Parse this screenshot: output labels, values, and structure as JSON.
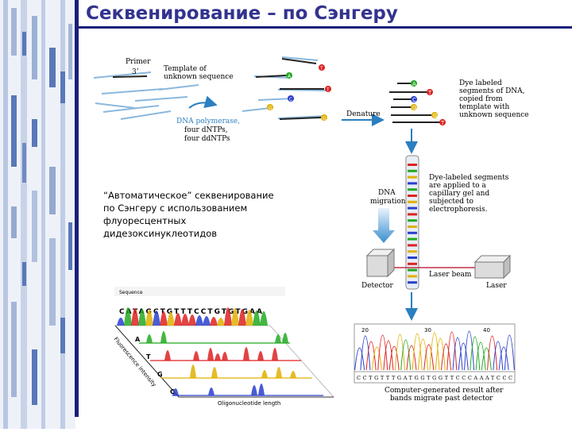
{
  "slide": {
    "title": "Секвенирование – по Сэнгеру",
    "caption_lines": [
      "“Автоматическое” секвенирование",
      "по Сэнгеру с использованием",
      "флуоресцентных",
      "дидезоксинуклеотидов"
    ]
  },
  "figure": {
    "primer_label": "Primer",
    "primer_end": "3’",
    "template_label_lines": [
      "Template of",
      "unknown sequence"
    ],
    "enzyme_lines": [
      "DNA polymerase,",
      "four dNTPs,",
      "four ddNTPs"
    ],
    "denature_label": "Denature",
    "dye_fragments_lines": [
      "Dye labeled",
      "segments of DNA,",
      "copied from",
      "template with",
      "unknown sequence"
    ],
    "gel_lines": [
      "Dye-labeled segments",
      "are applied to a",
      "capillary gel and",
      "subjected to",
      "electrophoresis."
    ],
    "migration_lines": [
      "DNA",
      "migration"
    ],
    "detector_label": "Detector",
    "laser_beam_label": "Laser beam",
    "laser_label": "Laser",
    "trace_numbers": [
      "20",
      "30",
      "40"
    ],
    "trace_sequence": "CCTGTTTGATGGTGGTTCCCAAATCCC",
    "trace_caption_lines": [
      "Computer-generated result after",
      "bands migrate past detector"
    ],
    "product_ends": [
      "T",
      "A",
      "T",
      "C",
      "G",
      "G"
    ],
    "stacked_sequence_label": "Sequence",
    "stacked_sequence": "CATAGCTGTTTCCTGTGTGAA",
    "lane_labels": [
      "A",
      "T",
      "G",
      "C"
    ],
    "y_axis_label": "Fluorescence intensity",
    "x_axis_label": "Oligonucleotide length",
    "colors": {
      "title": "#33338f",
      "rule": "#1a1f7a",
      "arrow": "#2a7fc0",
      "A": "#22aa22",
      "T": "#dd2222",
      "G": "#e0b000",
      "C": "#2a3fcc"
    }
  }
}
